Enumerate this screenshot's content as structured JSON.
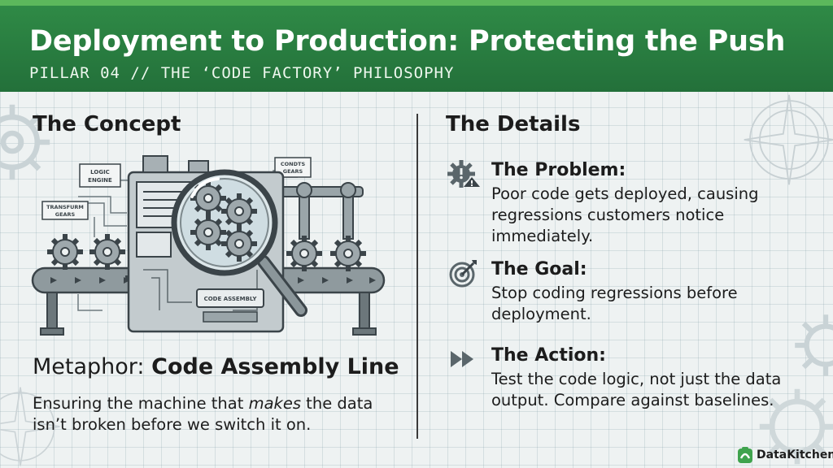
{
  "header": {
    "title": "Deployment to Production: Protecting the Push",
    "subtitle": "PILLAR 04 // THE ‘CODE FACTORY’ PHILOSOPHY"
  },
  "concept": {
    "heading": "The Concept",
    "labels": {
      "logic_engine_1": "LOGIC",
      "logic_engine_2": "ENGINE",
      "transform_1": "TRANSFURM",
      "transform_2": "GEARS",
      "condts_1": "CONDTS",
      "condts_2": "GEARS",
      "code_assembly": "CODE ASSEMBLY"
    },
    "metaphor_prefix": "Metaphor: ",
    "metaphor_strong": "Code Assembly Line",
    "desc_part1": "Ensuring the machine that ",
    "desc_em": "makes",
    "desc_part2": " the data isn’t broken before we switch it on."
  },
  "details": {
    "heading": "The Details",
    "items": [
      {
        "title": "The Problem:",
        "body": "Poor code gets deployed, causing regressions customers notice immediately.",
        "icon": "gear-warning-icon"
      },
      {
        "title": "The Goal:",
        "body": "Stop coding regressions before deployment.",
        "icon": "target-icon"
      },
      {
        "title": "The Action:",
        "body": "Test the code logic, not just the data output. Compare against baselines.",
        "icon": "fast-forward-icon"
      }
    ]
  },
  "brand": {
    "name": "DataKitchen"
  },
  "colors": {
    "header_green": "#2f8a46",
    "accent_green": "#5cb85c"
  }
}
